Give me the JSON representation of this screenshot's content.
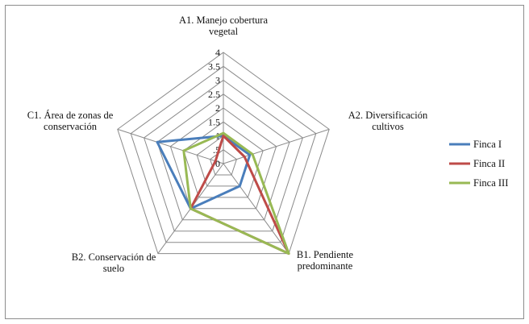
{
  "chart_data": {
    "type": "radar",
    "axes": [
      "A1. Manejo cobertura vegetal",
      "A2. Diversificación cultivos",
      "B1. Pendiente predominante",
      "B2. Conservación de suelo",
      "C1. Área de zonas de conservación"
    ],
    "axis_label_lines": [
      [
        "A1. Manejo cobertura",
        "vegetal"
      ],
      [
        "A2. Diversificación",
        "cultivos"
      ],
      [
        "B1. Pendiente",
        "predominante"
      ],
      [
        "B2. Conservación de",
        "suelo"
      ],
      [
        "C1. Área de zonas de",
        "conservación"
      ]
    ],
    "rlim": [
      0,
      4
    ],
    "ticks": [
      "0",
      ".5",
      "1",
      "1.5",
      "2",
      "2.5",
      "3",
      "3.5",
      "4"
    ],
    "tick_values": [
      0,
      0.5,
      1,
      1.5,
      2,
      2.5,
      3,
      3.5,
      4
    ],
    "grid": true,
    "legend_position": "right",
    "series": [
      {
        "name": "Finca I",
        "color": "#4a7ebb",
        "values": [
          1.0,
          1.0,
          1.0,
          2.0,
          2.5
        ]
      },
      {
        "name": "Finca II",
        "color": "#be4b48",
        "values": [
          1.0,
          0.8,
          4.0,
          2.0,
          0.3
        ]
      },
      {
        "name": "Finca III",
        "color": "#98b954",
        "values": [
          1.1,
          1.1,
          4.0,
          2.0,
          1.5
        ]
      }
    ]
  }
}
